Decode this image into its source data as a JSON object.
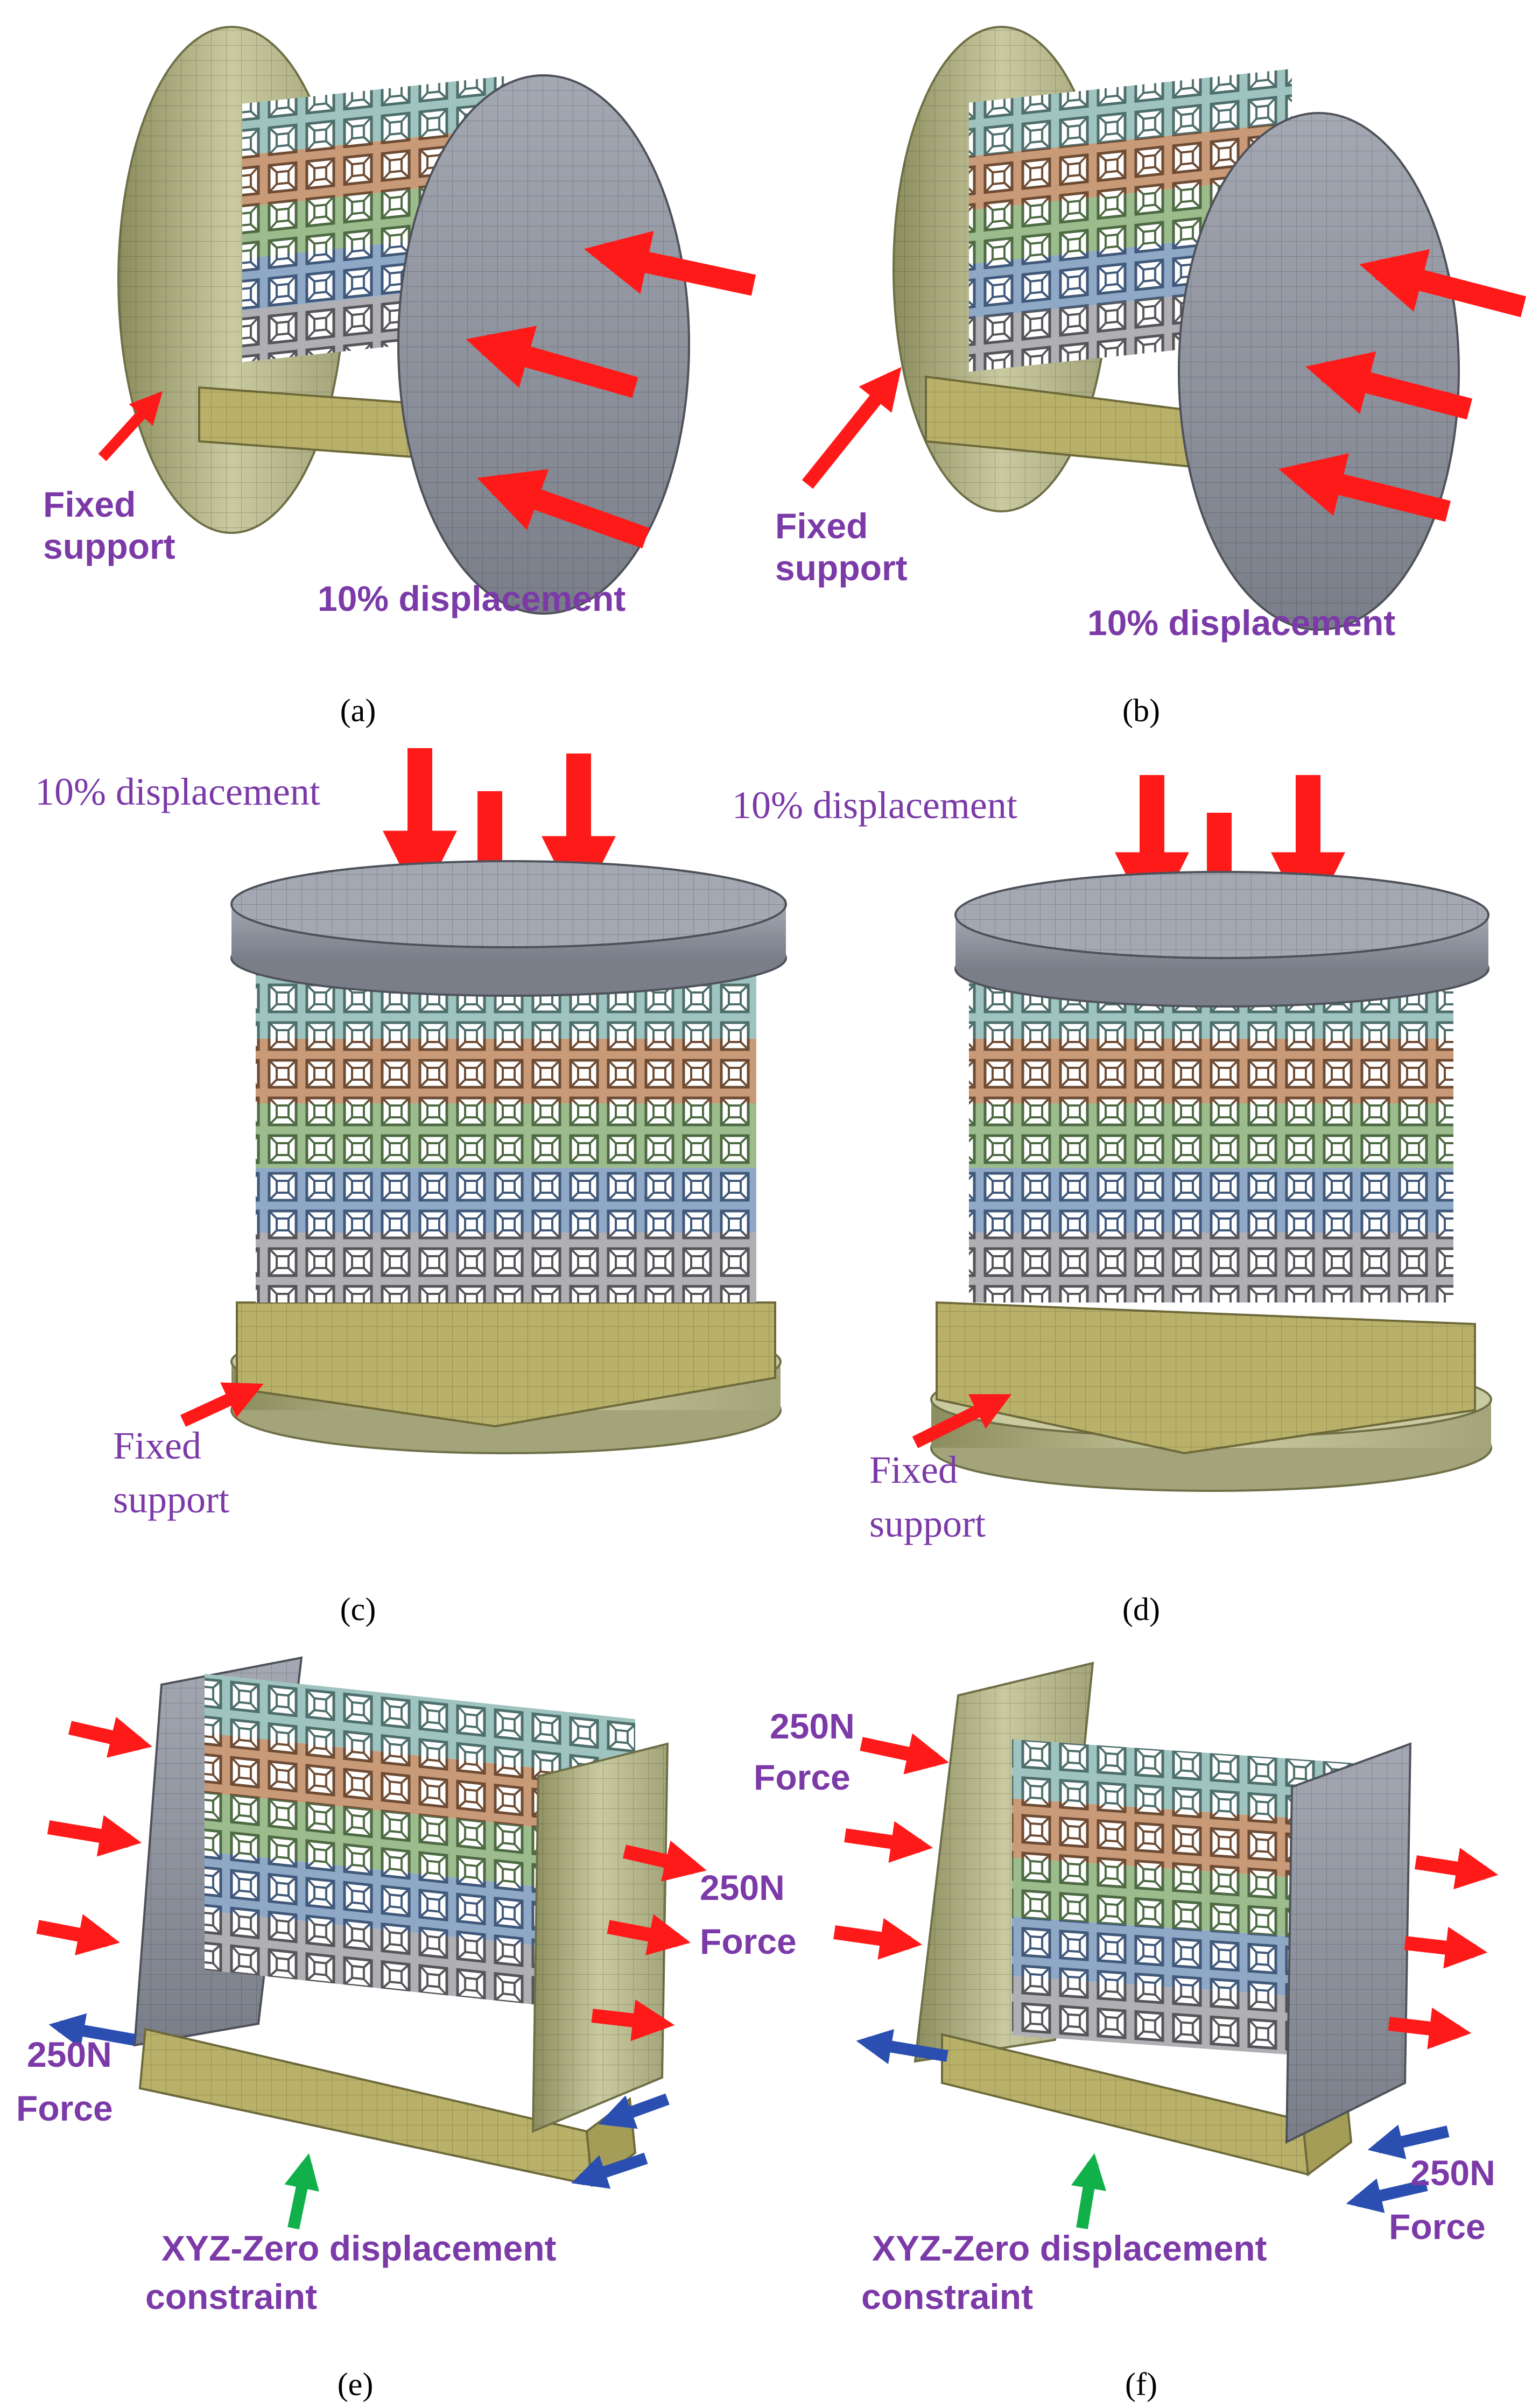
{
  "panels": [
    {
      "id": "a",
      "caption": "(a)",
      "labels": {
        "support": [
          "Fixed",
          "support"
        ],
        "load": [
          "10% displacement"
        ]
      }
    },
    {
      "id": "b",
      "caption": "(b)",
      "labels": {
        "support": [
          "Fixed",
          "support"
        ],
        "load": [
          "10% displacement"
        ]
      }
    },
    {
      "id": "c",
      "caption": "(c)",
      "labels": {
        "support": [
          "Fixed",
          "support"
        ],
        "load": [
          "10% displacement"
        ]
      }
    },
    {
      "id": "d",
      "caption": "(d)",
      "labels": {
        "support": [
          "Fixed",
          "support"
        ],
        "load": [
          "10% displacement"
        ]
      }
    },
    {
      "id": "e",
      "caption": "(e)",
      "labels": {
        "force_right": [
          "250N",
          "Force"
        ],
        "force_left": [
          "250N",
          "Force"
        ],
        "constraint": [
          "XYZ-Zero displacement",
          "constraint"
        ]
      }
    },
    {
      "id": "f",
      "caption": "(f)",
      "labels": {
        "force_left": [
          "250N",
          "Force"
        ],
        "force_right": [
          "250N",
          "Force"
        ],
        "constraint": [
          "XYZ-Zero displacement",
          "constraint"
        ]
      }
    }
  ],
  "colors": {
    "label_purple": "#7b3aa8",
    "arrow_red": "#ff1a1a",
    "arrow_blue": "#2a4fb0",
    "arrow_green": "#12b04a",
    "plate_grey": "#8e929e",
    "plate_olive": "#b8b98c",
    "base_yellow": "#b9b16a",
    "layer_teal": "#9fc4c0",
    "layer_orange": "#c99a78",
    "layer_green": "#9cbc8e",
    "layer_blue": "#8ea8c6",
    "layer_grey": "#b0b0b4"
  }
}
